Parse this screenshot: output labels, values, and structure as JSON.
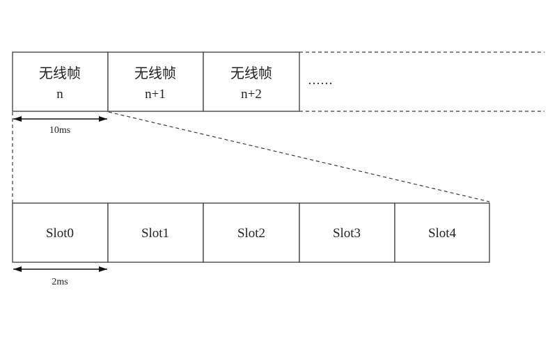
{
  "frames": [
    {
      "title": "无线帧",
      "index": "n"
    },
    {
      "title": "无线帧",
      "index": "n+1"
    },
    {
      "title": "无线帧",
      "index": "n+2"
    }
  ],
  "continuation": "……",
  "frame_duration": "10ms",
  "slots": [
    {
      "label": "Slot0"
    },
    {
      "label": "Slot1"
    },
    {
      "label": "Slot2"
    },
    {
      "label": "Slot3"
    },
    {
      "label": "Slot4"
    }
  ],
  "slot_duration": "2ms",
  "colors": {
    "line": "#3a3a3a",
    "arrow": "#111111",
    "background": "#ffffff"
  }
}
